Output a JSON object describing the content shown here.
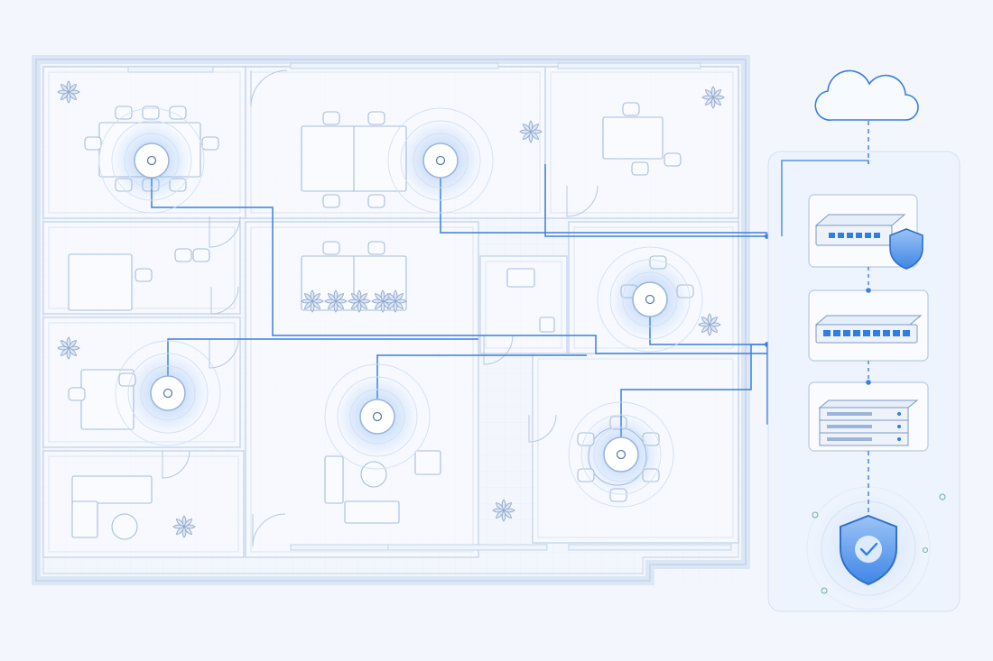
{
  "palette": {
    "background": "#f3f7fd",
    "wall": "#c3d3eb",
    "wall_fill": "#f8fbff",
    "furniture": "#a7bcdc",
    "cable": "#3a7fdb",
    "accent": "#2f7ee6",
    "glow": "#7fb0f2",
    "plant": "#93a8cc",
    "panel": "#e9f1fc"
  },
  "diagram": {
    "rooms": [
      {
        "name": "meeting-room-top-left"
      },
      {
        "name": "open-office-north"
      },
      {
        "name": "office-top-right"
      },
      {
        "name": "office-left-middle"
      },
      {
        "name": "restroom-core"
      },
      {
        "name": "lounge-east"
      },
      {
        "name": "office-left-lower"
      },
      {
        "name": "lobby-central"
      },
      {
        "name": "conference-room-bottom-right"
      },
      {
        "name": "reception-bottom-left"
      }
    ],
    "access_points": [
      {
        "id": "ap-meeting-room"
      },
      {
        "id": "ap-open-office"
      },
      {
        "id": "ap-lounge"
      },
      {
        "id": "ap-office-left"
      },
      {
        "id": "ap-lobby"
      },
      {
        "id": "ap-conference"
      }
    ],
    "rack": [
      {
        "id": "firewall",
        "icon": "firewall-shield-icon"
      },
      {
        "id": "network-switch",
        "icon": "switch-icon"
      },
      {
        "id": "server",
        "icon": "server-icon"
      }
    ],
    "cloud": {
      "icon": "cloud-icon"
    },
    "security": {
      "icon": "shield-check-icon"
    }
  }
}
